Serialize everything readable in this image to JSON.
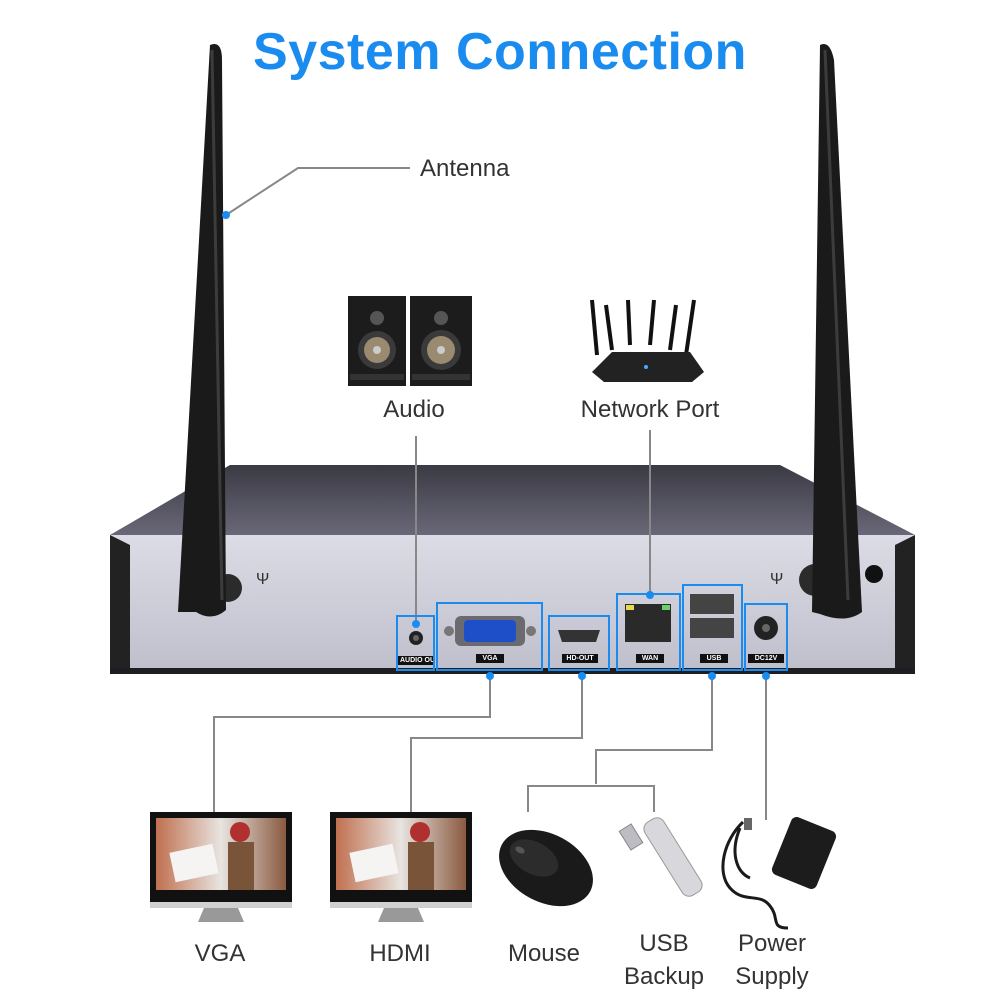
{
  "title": "System Connection",
  "colors": {
    "accent": "#1a8cf0",
    "leader": "#888888",
    "device_body": "#c9c9d4"
  },
  "callouts": {
    "antenna": "Antenna",
    "audio": "Audio",
    "network": "Network Port"
  },
  "ports": {
    "audio_out": "AUDIO OUT",
    "vga": "VGA",
    "hd_out": "HD-OUT",
    "wan": "WAN",
    "usb": "USB",
    "dc12v": "DC12V"
  },
  "devices": {
    "vga": "VGA",
    "hdmi": "HDMI",
    "mouse": "Mouse",
    "usb_backup_1": "USB",
    "usb_backup_2": "Backup",
    "power_1": "Power",
    "power_2": "Supply"
  },
  "icons": [
    "antenna-icon",
    "speaker-icon",
    "router-icon",
    "monitor-icon",
    "mouse-icon",
    "usb-drive-icon",
    "power-adapter-icon"
  ]
}
